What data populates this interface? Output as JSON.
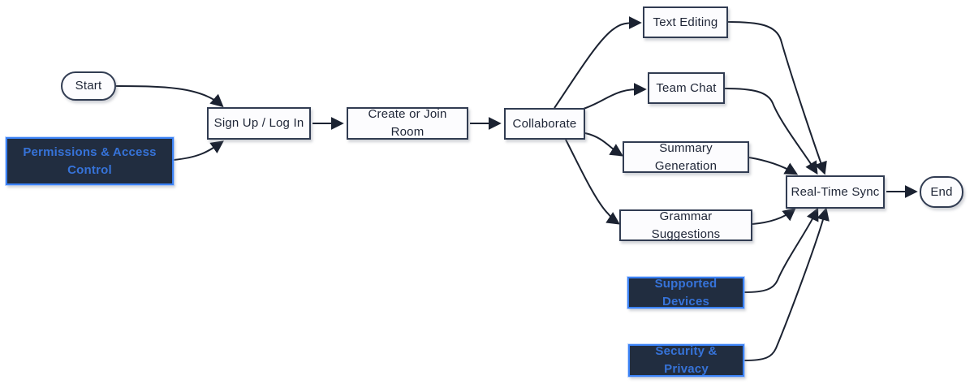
{
  "diagram": {
    "type": "flowchart",
    "colors": {
      "background": "#ffffff",
      "edge": "#1b2231",
      "node_fill": "#fcfcfe",
      "node_border": "#313c52",
      "node_text": "#1e2536",
      "special_fill": "#212d40",
      "special_border": "#3b82f6",
      "special_text": "#3673d9"
    },
    "nodes": [
      {
        "id": "start",
        "label": "Start",
        "type": "stadium"
      },
      {
        "id": "permissions",
        "label": "Permissions & Access Control",
        "type": "special"
      },
      {
        "id": "signup",
        "label": "Sign Up / Log In",
        "type": "process"
      },
      {
        "id": "create",
        "label": "Create or Join Room",
        "type": "process"
      },
      {
        "id": "collaborate",
        "label": "Collaborate",
        "type": "process"
      },
      {
        "id": "textediting",
        "label": "Text Editing",
        "type": "process"
      },
      {
        "id": "teamchat",
        "label": "Team Chat",
        "type": "process"
      },
      {
        "id": "summary",
        "label": "Summary Generation",
        "type": "process"
      },
      {
        "id": "grammar",
        "label": "Grammar Suggestions",
        "type": "process"
      },
      {
        "id": "realtimesync",
        "label": "Real-Time Sync",
        "type": "process"
      },
      {
        "id": "end",
        "label": "End",
        "type": "stadium"
      },
      {
        "id": "supported",
        "label": "Supported Devices",
        "type": "special"
      },
      {
        "id": "security",
        "label": "Security & Privacy",
        "type": "special"
      }
    ],
    "edges": [
      {
        "from": "start",
        "to": "signup"
      },
      {
        "from": "permissions",
        "to": "signup"
      },
      {
        "from": "signup",
        "to": "create"
      },
      {
        "from": "create",
        "to": "collaborate"
      },
      {
        "from": "collaborate",
        "to": "textediting"
      },
      {
        "from": "collaborate",
        "to": "teamchat"
      },
      {
        "from": "collaborate",
        "to": "summary"
      },
      {
        "from": "collaborate",
        "to": "grammar"
      },
      {
        "from": "textediting",
        "to": "realtimesync"
      },
      {
        "from": "teamchat",
        "to": "realtimesync"
      },
      {
        "from": "summary",
        "to": "realtimesync"
      },
      {
        "from": "grammar",
        "to": "realtimesync"
      },
      {
        "from": "supported",
        "to": "realtimesync"
      },
      {
        "from": "security",
        "to": "realtimesync"
      },
      {
        "from": "realtimesync",
        "to": "end"
      }
    ]
  }
}
